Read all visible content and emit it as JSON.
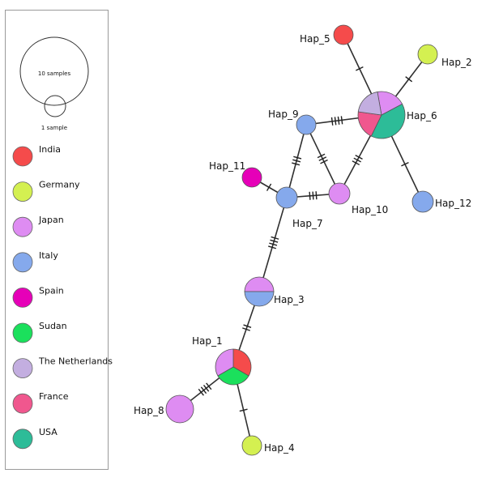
{
  "scale_legend": {
    "large_label": "10 samples",
    "small_label": "1 sample"
  },
  "legend": [
    {
      "label": "India",
      "color": "#f54b4b"
    },
    {
      "label": "Germany",
      "color": "#d4f051"
    },
    {
      "label": "Japan",
      "color": "#de8cf2"
    },
    {
      "label": "Italy",
      "color": "#85a9ec"
    },
    {
      "label": "Spain",
      "color": "#e600b8"
    },
    {
      "label": "Sudan",
      "color": "#1be05c"
    },
    {
      "label": "The Netherlands",
      "color": "#c3aee0"
    },
    {
      "label": "France",
      "color": "#f0578e"
    },
    {
      "label": "USA",
      "color": "#2dbc98"
    }
  ],
  "haplotypes": [
    {
      "id": "Hap_1",
      "label": "Hap_1",
      "composition": [
        [
          "India",
          1
        ],
        [
          "Sudan",
          1
        ],
        [
          "Japan",
          1
        ]
      ]
    },
    {
      "id": "Hap_2",
      "label": "Hap_2",
      "composition": [
        [
          "Germany",
          1
        ]
      ]
    },
    {
      "id": "Hap_3",
      "label": "Hap_3",
      "composition": [
        [
          "Japan",
          1
        ],
        [
          "Italy",
          1
        ]
      ]
    },
    {
      "id": "Hap_4",
      "label": "Hap_4",
      "composition": [
        [
          "Germany",
          1
        ]
      ]
    },
    {
      "id": "Hap_5",
      "label": "Hap_5",
      "composition": [
        [
          "India",
          1
        ]
      ]
    },
    {
      "id": "Hap_6",
      "label": "Hap_6",
      "composition": [
        [
          "Japan",
          1
        ],
        [
          "USA",
          2
        ],
        [
          "France",
          1
        ],
        [
          "The Netherlands",
          1
        ]
      ]
    },
    {
      "id": "Hap_7",
      "label": "Hap_7",
      "composition": [
        [
          "Italy",
          1
        ]
      ]
    },
    {
      "id": "Hap_8",
      "label": "Hap_8",
      "composition": [
        [
          "Japan",
          1
        ]
      ]
    },
    {
      "id": "Hap_9",
      "label": "Hap_9",
      "composition": [
        [
          "Italy",
          1
        ]
      ]
    },
    {
      "id": "Hap_10",
      "label": "Hap_10",
      "composition": [
        [
          "Japan",
          1
        ]
      ]
    },
    {
      "id": "Hap_11",
      "label": "Hap_11",
      "composition": [
        [
          "Spain",
          1
        ]
      ]
    },
    {
      "id": "Hap_12",
      "label": "Hap_12",
      "composition": [
        [
          "Italy",
          1
        ]
      ]
    }
  ],
  "edges": [
    {
      "from": "Hap_5",
      "to": "Hap_6",
      "mutations": 1
    },
    {
      "from": "Hap_2",
      "to": "Hap_6",
      "mutations": 1
    },
    {
      "from": "Hap_9",
      "to": "Hap_6",
      "mutations": 4
    },
    {
      "from": "Hap_10",
      "to": "Hap_6",
      "mutations": 3
    },
    {
      "from": "Hap_12",
      "to": "Hap_6",
      "mutations": 1
    },
    {
      "from": "Hap_9",
      "to": "Hap_7",
      "mutations": 3
    },
    {
      "from": "Hap_9",
      "to": "Hap_10",
      "mutations": 3
    },
    {
      "from": "Hap_7",
      "to": "Hap_10",
      "mutations": 3
    },
    {
      "from": "Hap_11",
      "to": "Hap_7",
      "mutations": 1
    },
    {
      "from": "Hap_7",
      "to": "Hap_3",
      "mutations": 4
    },
    {
      "from": "Hap_3",
      "to": "Hap_1",
      "mutations": 2
    },
    {
      "from": "Hap_1",
      "to": "Hap_8",
      "mutations": 4
    },
    {
      "from": "Hap_1",
      "to": "Hap_4",
      "mutations": 1
    }
  ]
}
